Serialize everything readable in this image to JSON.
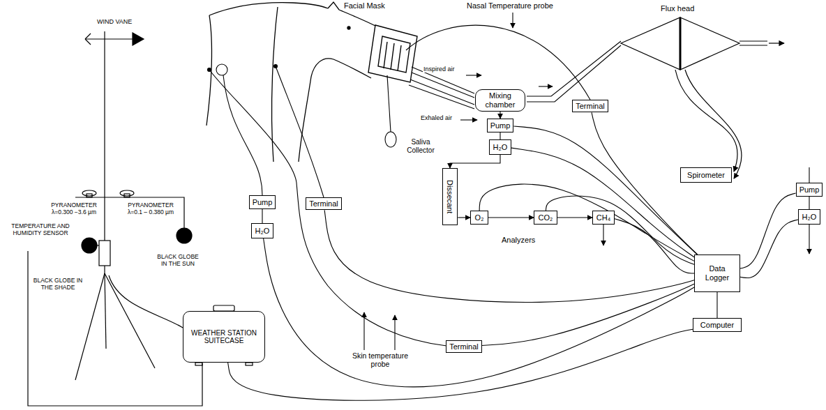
{
  "diagram": {
    "nodes": [
      {
        "text": [
          "Mixing chamber"
        ]
      },
      {
        "text": [
          "Terminal"
        ]
      },
      {
        "text": [
          "Spirometer"
        ]
      },
      {
        "text": [
          "Pump"
        ]
      },
      {
        "text": [
          "H₂O"
        ]
      },
      {
        "text": [
          "Pump"
        ]
      },
      {
        "text": [
          "Terminal"
        ]
      },
      {
        "text": [
          "H₂O"
        ]
      },
      {
        "text": [
          "Dissecant"
        ]
      },
      {
        "text": [
          "O₂"
        ]
      },
      {
        "text": [
          "CO₂"
        ]
      },
      {
        "text": [
          "CH₄"
        ]
      },
      {
        "text": [
          "Pump"
        ]
      },
      {
        "text": [
          "H₂O"
        ]
      },
      {
        "text": [
          "Data Logger"
        ]
      },
      {
        "text": [
          "WEATHER STATION SUITECASE"
        ]
      },
      {
        "text": [
          "Computer"
        ]
      },
      {
        "text": [
          "Terminal"
        ]
      }
    ],
    "edges": [
      {
        "from": 0,
        "to": 3,
        "arrow": "to"
      },
      {
        "from": 3,
        "to": 4,
        "arrow": "none"
      },
      {
        "from": 4,
        "to": 8,
        "arrow": "to"
      },
      {
        "from": 8,
        "to": 9,
        "arrow": "to"
      },
      {
        "from": 9,
        "to": 10,
        "arrow": "to"
      },
      {
        "from": 10,
        "to": 11,
        "arrow": "to"
      },
      {
        "from": 3,
        "to": 14,
        "arrow": "none"
      },
      {
        "from": 4,
        "to": 14,
        "arrow": "none"
      },
      {
        "from": 9,
        "to": 14,
        "arrow": "none"
      },
      {
        "from": 10,
        "to": 14,
        "arrow": "none"
      },
      {
        "from": 11,
        "to": 14,
        "arrow": "none"
      },
      {
        "from": 1,
        "to": 14,
        "arrow": "none"
      },
      {
        "from": 6,
        "to": 14,
        "arrow": "none"
      },
      {
        "from": 17,
        "to": 14,
        "arrow": "none"
      },
      {
        "from": 5,
        "to": 7,
        "arrow": "none"
      },
      {
        "from": 7,
        "to": 14,
        "arrow": "none"
      },
      {
        "from": 12,
        "to": 14,
        "arrow": "none"
      },
      {
        "from": 13,
        "to": 14,
        "arrow": "none"
      },
      {
        "from": 16,
        "to": 14,
        "arrow": "none"
      },
      {
        "from": 15,
        "to": 16,
        "arrow": "none"
      },
      {
        "from": 12,
        "to": 13,
        "arrow": "none"
      }
    ],
    "labels": [
      "WIND VANE",
      "PYRANOMETER λ=0.300 −3.6 µm",
      "PYRANOMETER λ=0.1 – 0.380 µm",
      "TEMPERATURE AND HUMIDITY SENSOR",
      "BLACK GLOBE IN THE SHADE",
      "BLACK GLOBE IN THE SUN",
      "Facial Mask",
      "Nasal Temperature probe",
      "Flux head",
      "Inspired air",
      "Exhaled air",
      "Saliva Collector",
      "Skin temperature probe",
      "Analyzers"
    ]
  }
}
